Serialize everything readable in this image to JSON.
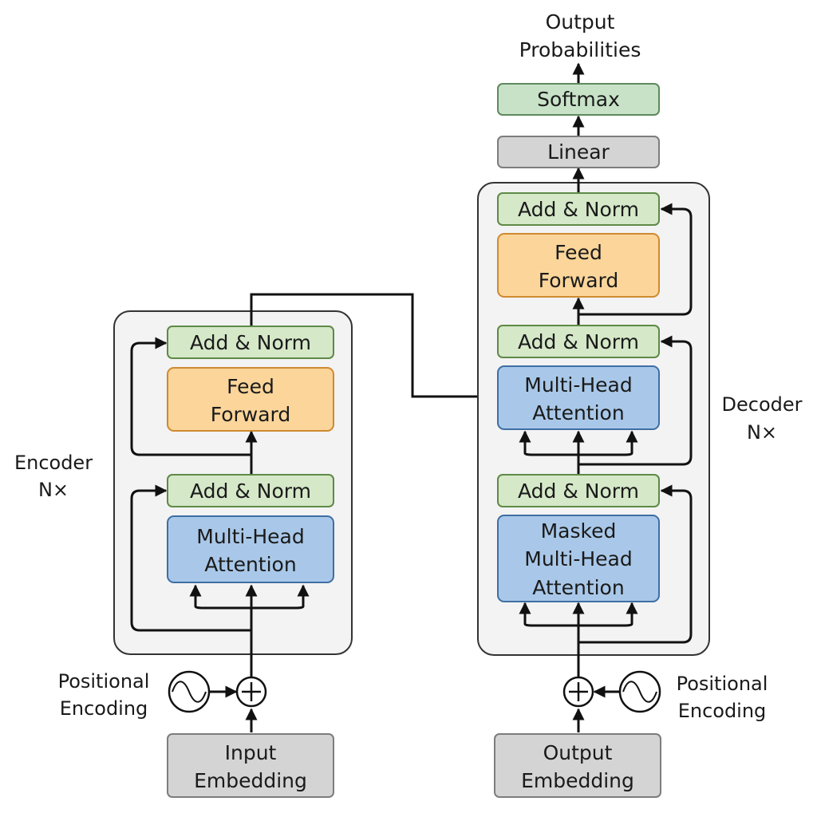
{
  "colors": {
    "add_norm_fill": "#d5e8c8",
    "add_norm_stroke": "#5e8a46",
    "feed_forward_fill": "#fbd59a",
    "feed_forward_stroke": "#cf8a30",
    "attention_fill": "#a9c8e9",
    "attention_stroke": "#3f6ea4",
    "embedding_fill": "#d4d4d4",
    "embedding_stroke": "#7d7d7d",
    "softmax_fill": "#c8e2c8",
    "softmax_stroke": "#5e8a5e",
    "stack_fill": "#f3f3f3",
    "stack_stroke": "#333333",
    "line": "#111111"
  },
  "encoder": {
    "label_line1": "Encoder",
    "label_line2": "N×",
    "add_norm_top": "Add & Norm",
    "feed_forward_line1": "Feed",
    "feed_forward_line2": "Forward",
    "add_norm_bottom": "Add & Norm",
    "attention_line1": "Multi-Head",
    "attention_line2": "Attention",
    "positional_line1": "Positional",
    "positional_line2": "Encoding",
    "embedding_line1": "Input",
    "embedding_line2": "Embedding"
  },
  "decoder": {
    "label_line1": "Decoder",
    "label_line2": "N×",
    "add_norm_top": "Add & Norm",
    "feed_forward_line1": "Feed",
    "feed_forward_line2": "Forward",
    "add_norm_middle": "Add & Norm",
    "cross_attention_line1": "Multi-Head",
    "cross_attention_line2": "Attention",
    "add_norm_bottom": "Add & Norm",
    "masked_attention_line1": "Masked",
    "masked_attention_line2": "Multi-Head",
    "masked_attention_line3": "Attention",
    "positional_line1": "Positional",
    "positional_line2": "Encoding",
    "embedding_line1": "Output",
    "embedding_line2": "Embedding"
  },
  "head": {
    "linear": "Linear",
    "softmax": "Softmax",
    "output_line1": "Output",
    "output_line2": "Probabilities"
  }
}
